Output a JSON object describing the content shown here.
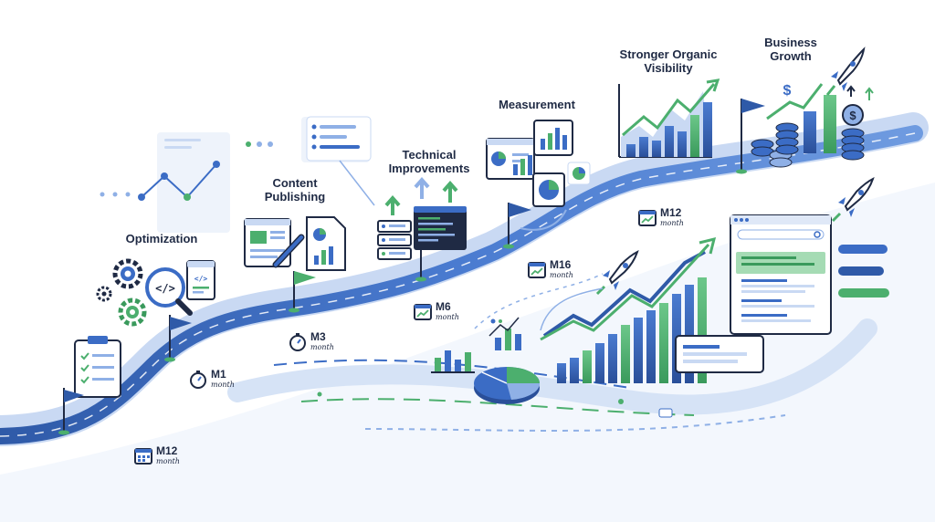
{
  "stages": [
    {
      "id": "optimization",
      "label": "Optimization"
    },
    {
      "id": "content-publishing",
      "label": "Content\nPublishing"
    },
    {
      "id": "technical-improvements",
      "label": "Technical\nImprovements"
    },
    {
      "id": "measurement",
      "label": "Measurement"
    },
    {
      "id": "stronger-organic-visibility",
      "label": "Stronger Organic\nVisibility"
    },
    {
      "id": "business-growth",
      "label": "Business\nGrowth"
    }
  ],
  "milestones": [
    {
      "id": "m1",
      "code": "M1",
      "unit": "month",
      "icon": "stopwatch-icon"
    },
    {
      "id": "m3",
      "code": "M3",
      "unit": "month",
      "icon": "stopwatch-icon"
    },
    {
      "id": "m6",
      "code": "M6",
      "unit": "month",
      "icon": "calendar-chart-icon"
    },
    {
      "id": "m16",
      "code": "M16",
      "unit": "month",
      "icon": "calendar-chart-icon"
    },
    {
      "id": "m12-top",
      "code": "M12",
      "unit": "month",
      "icon": "calendar-chart-icon"
    },
    {
      "id": "m12-bottom",
      "code": "M12",
      "unit": "month",
      "icon": "calendar-icon"
    }
  ],
  "icons": {
    "dollar-sign": "$"
  },
  "colors": {
    "road": "#3f6fc4",
    "road_dark": "#2f5aa8",
    "road_light": "#c9d9f3",
    "navy": "#1f2a44",
    "blue": "#3b6cc5",
    "blue_light": "#8fb0e6",
    "green": "#4caf6e",
    "green_light": "#a5dbb4",
    "bg_panel": "#eef3fb"
  }
}
